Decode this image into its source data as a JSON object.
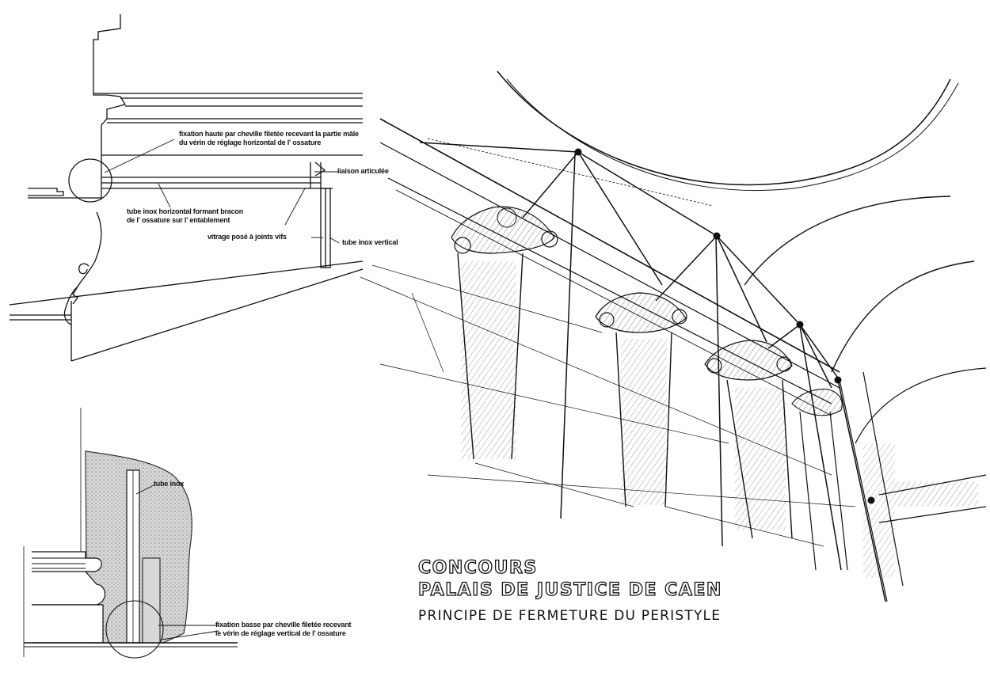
{
  "annotations": {
    "upper_fixing_line1": "fixation haute par cheville filetée recevant la partie mâle",
    "upper_fixing_line2": "du vérin de réglage horizontal de l' ossature",
    "articulated_link": "liaison articulée",
    "horizontal_tube_line1": "tube inox horizontal formant bracon",
    "horizontal_tube_line2": "de l' ossature sur l' entablement",
    "glazing": "vitrage posé à joints vifs",
    "vertical_tube": "tube inox vertical",
    "steel_tube": "tube inox",
    "lower_fixing_line1": "fixation basse par cheville filetée recevant",
    "lower_fixing_line2": "le vérin de réglage vertical de l' ossature"
  },
  "title": {
    "line1": "CONCOURS",
    "line2": "PALAIS DE JUSTICE DE CAEN",
    "subtitle": "PRINCIPE DE FERMETURE DU PERISTYLE"
  },
  "colors": {
    "ink": "#111111",
    "paper": "#ffffff",
    "stone_fill": "#a9a9a9"
  }
}
